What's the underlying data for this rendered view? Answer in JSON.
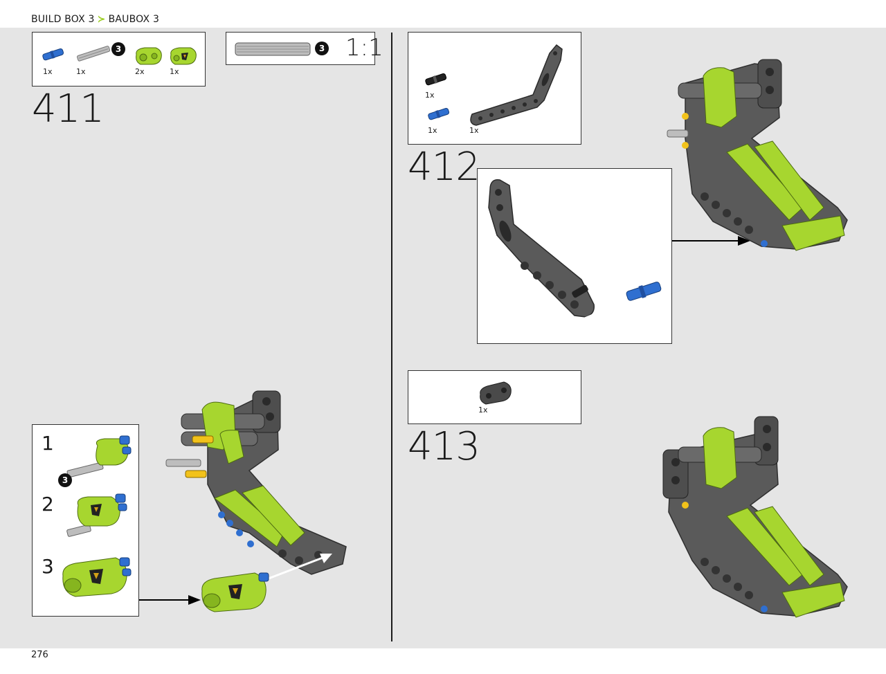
{
  "header": {
    "build_box_en": "BUILD BOX 3",
    "arrow": "≻",
    "build_box_de": "BAUBOX 3"
  },
  "page": {
    "number": "276"
  },
  "step411": {
    "number": "411",
    "parts": [
      {
        "name": "blue-pin",
        "qty": "1x"
      },
      {
        "name": "grey-axle-3",
        "qty": "1x",
        "badge": "3"
      },
      {
        "name": "lime-connector",
        "qty": "2x"
      },
      {
        "name": "lime-connector-emblem",
        "qty": "1x"
      }
    ],
    "ruler": {
      "badge": "3",
      "scale": "1:1"
    },
    "substeps": [
      {
        "label": "1",
        "badge": "3"
      },
      {
        "label": "2"
      },
      {
        "label": "3"
      }
    ]
  },
  "step412": {
    "number": "412",
    "parts": [
      {
        "name": "black-pin",
        "qty": "1x"
      },
      {
        "name": "blue-pin",
        "qty": "1x"
      },
      {
        "name": "grey-bent-beam",
        "qty": "1x"
      }
    ]
  },
  "step413": {
    "number": "413",
    "parts": [
      {
        "name": "dark-connector",
        "qty": "1x"
      }
    ]
  },
  "colors": {
    "lime": "#a7d62f",
    "dark_grey": "#5a5a5a",
    "blue": "#2f6fd0",
    "yellow": "#f2c21b",
    "background": "#e5e5e5",
    "arrow_accent": "#9acd1e"
  }
}
